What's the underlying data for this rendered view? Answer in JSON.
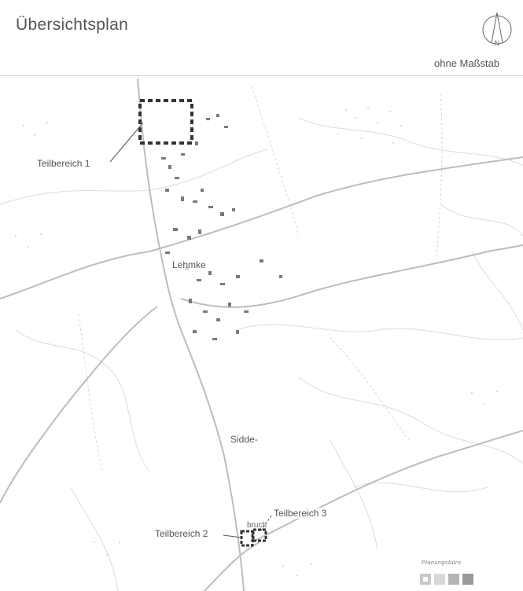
{
  "header": {
    "title": "Übersichtsplan",
    "scale_note": "ohne Maßstab",
    "north_letter": "N"
  },
  "map": {
    "labels": {
      "teilbereich_1": "Teilbereich 1",
      "teilbereich_2": "Teilbereich 2",
      "teilbereich_3": "Teilbereich 3",
      "village": "Lehmke",
      "sidde": "Sidde-",
      "bruch": "bruch"
    },
    "colors": {
      "boundary": "#333333",
      "road": "#bdbdbd",
      "buildings": "#7a7a7a"
    }
  },
  "footer": {
    "logo_text": "Planungsbüro"
  }
}
